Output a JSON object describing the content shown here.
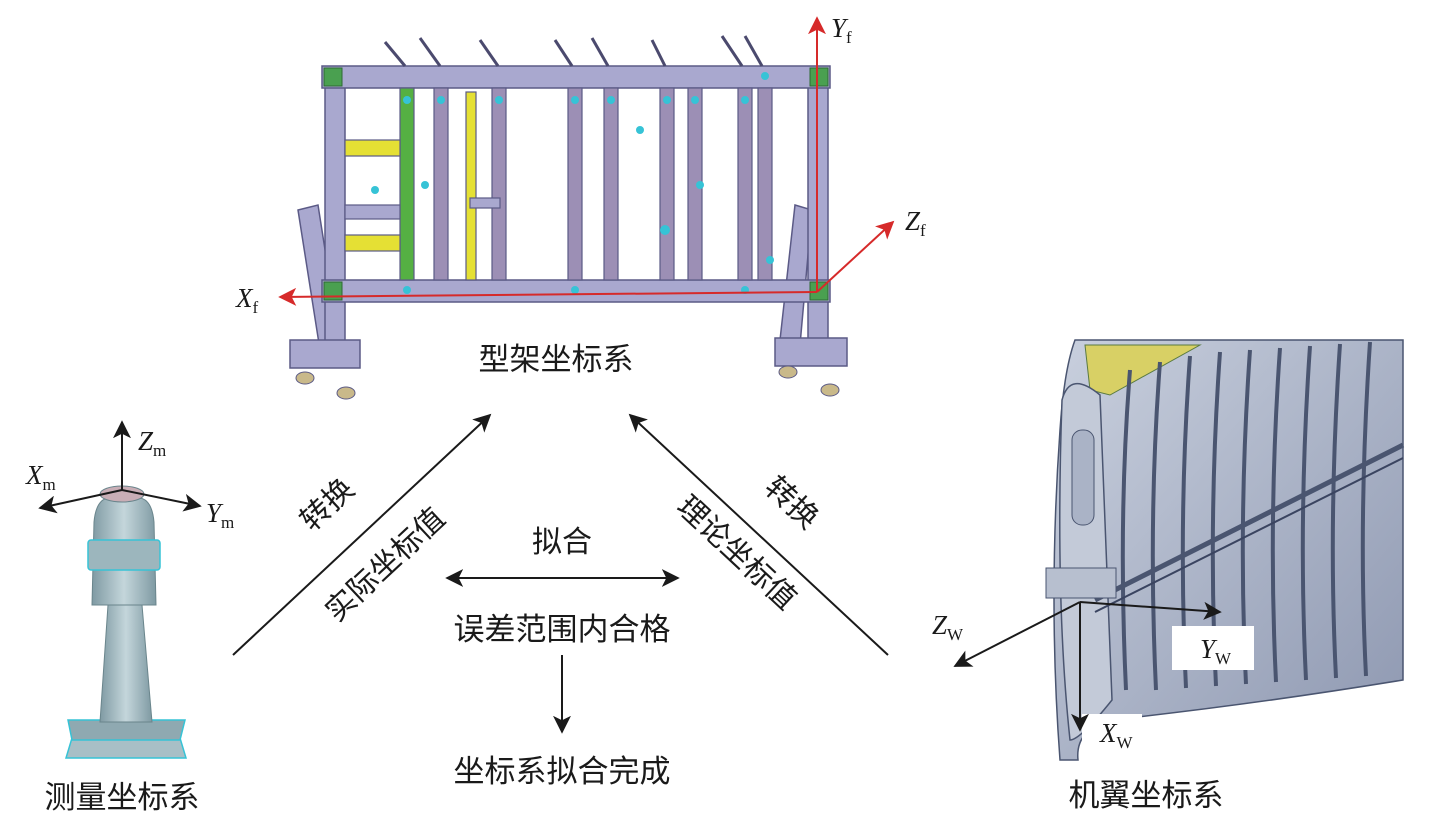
{
  "labels": {
    "fixture_cs": "型架坐标系",
    "measure_cs": "测量坐标系",
    "wing_cs": "机翼坐标系",
    "transform_left": "转换",
    "actual_values": "实际坐标值",
    "transform_right": "转换",
    "theoretical_values": "理论坐标值",
    "fit": "拟合",
    "error_ok": "误差范围内合格",
    "fit_done": "坐标系拟合完成"
  },
  "axes": {
    "fixture": {
      "x": "X",
      "x_sub": "f",
      "y": "Y",
      "y_sub": "f",
      "z": "Z",
      "z_sub": "f"
    },
    "measure": {
      "x": "X",
      "x_sub": "m",
      "y": "Y",
      "y_sub": "m",
      "z": "Z",
      "z_sub": "m"
    },
    "wing": {
      "x": "X",
      "x_sub": "W",
      "y": "Y",
      "y_sub": "W",
      "z": "Z",
      "z_sub": "W"
    }
  },
  "colors": {
    "arrow": "#1a1a1a",
    "fixture_axis": "#d62a2a",
    "frame": "#a9a8cf",
    "frame_dark": "#5b5a86",
    "joint_green": "#4aa050",
    "yellow_bar": "#e5e034",
    "cyan": "#36c3d6",
    "tracker_body": "#a8bfc6",
    "wing_skin": "#9aa6bd",
    "wing_rib": "#4a5570"
  }
}
